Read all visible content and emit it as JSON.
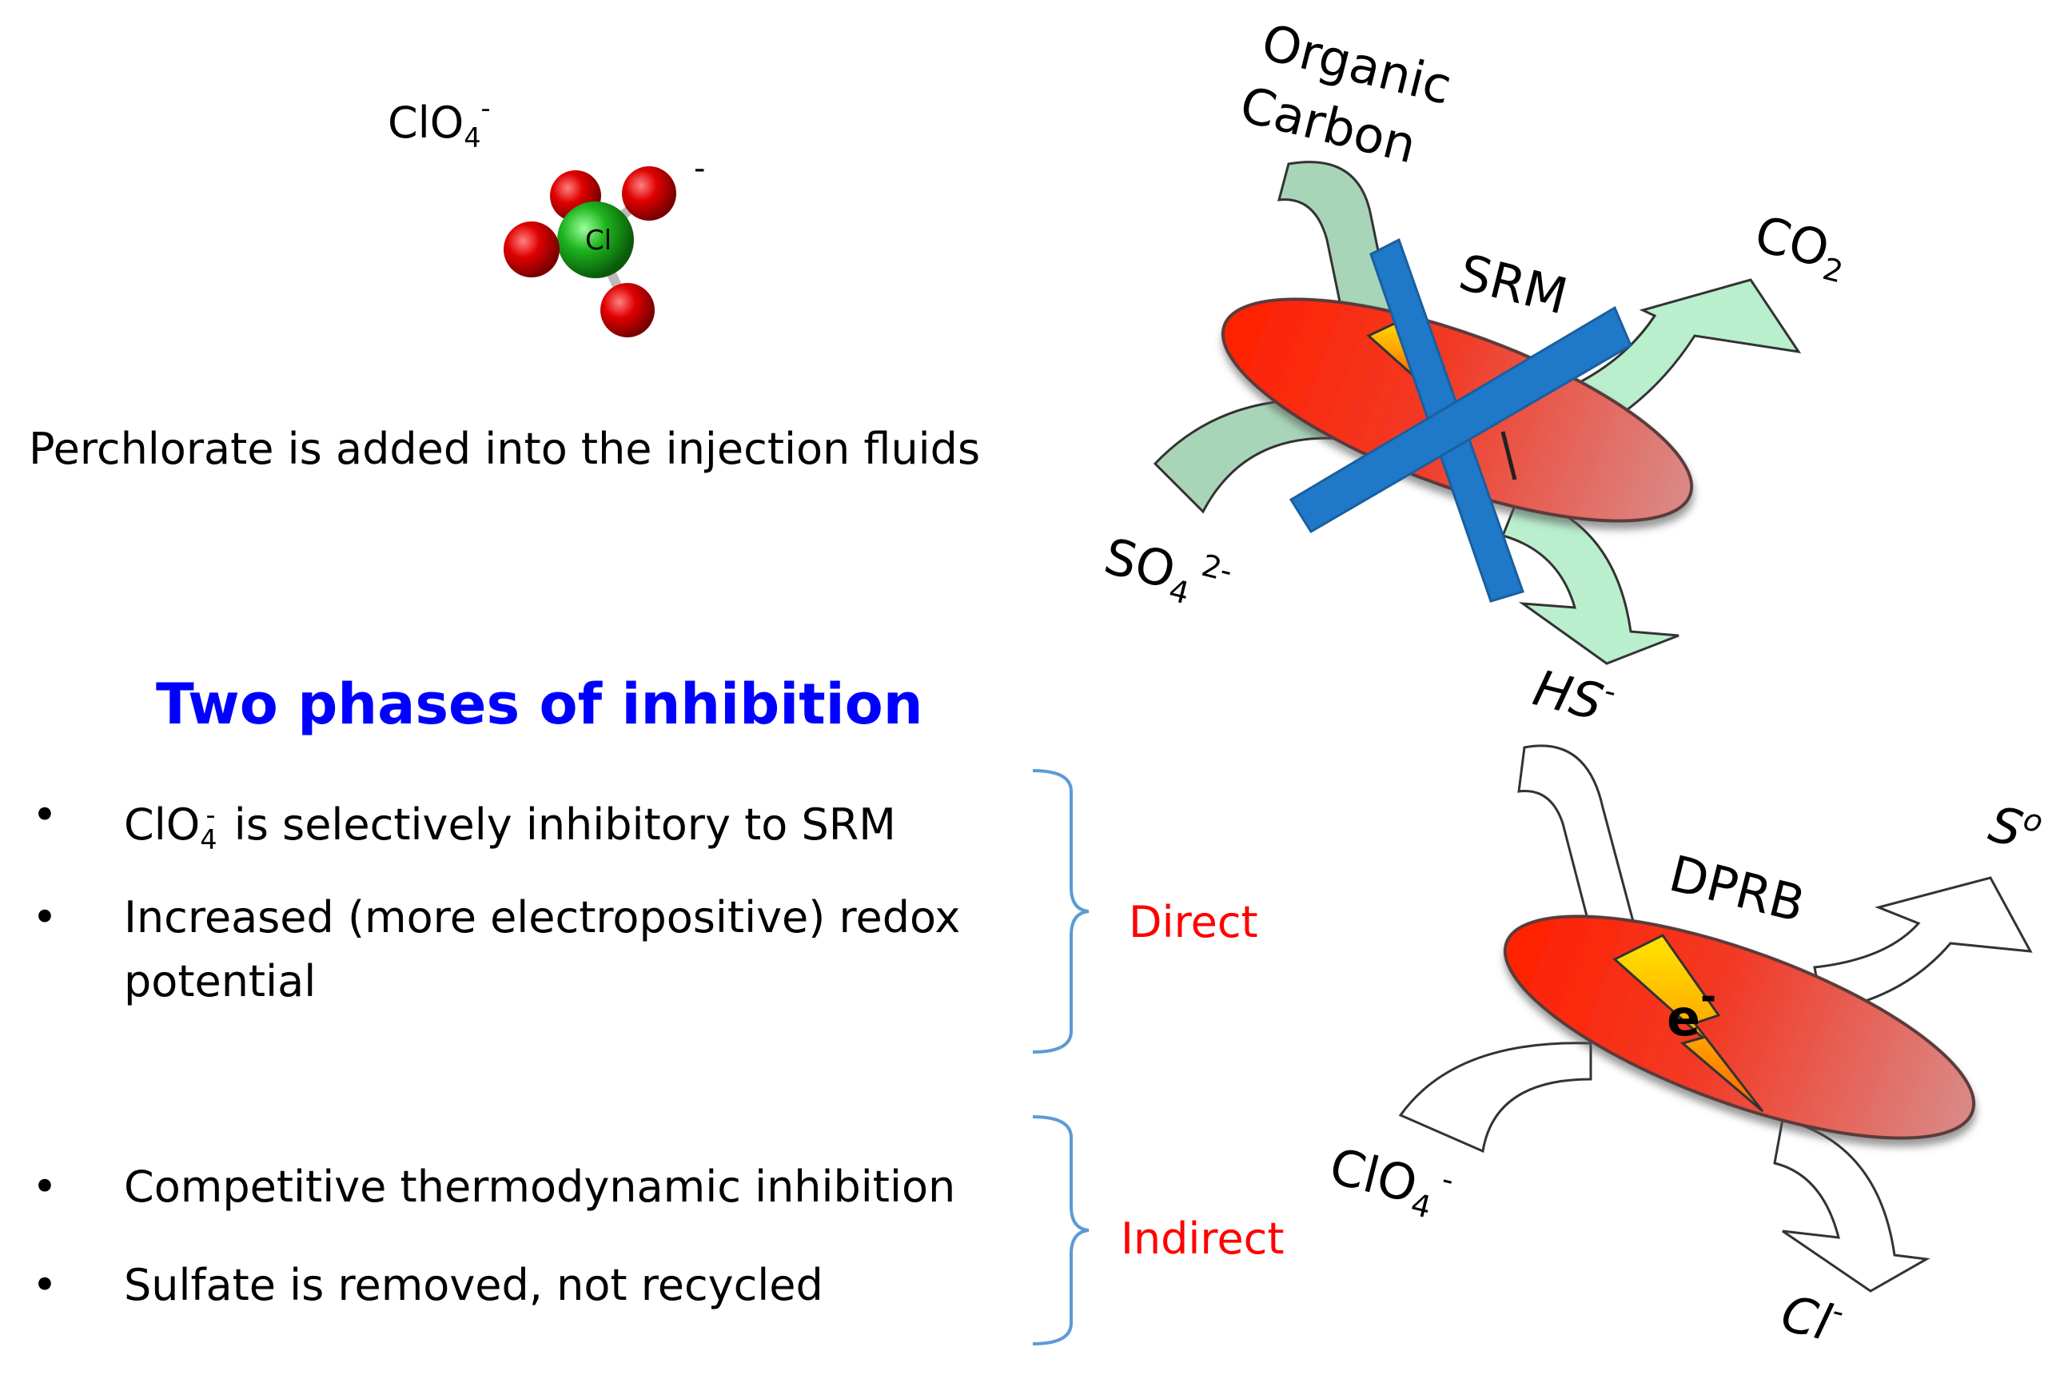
{
  "molecule": {
    "formula_main": "ClO",
    "formula_sub": "4",
    "formula_sup": "-",
    "charge": "-",
    "center_atom": "Cl"
  },
  "intro_text": "Perchlorate is added into the injection fluids",
  "heading": "Two phases of inhibition",
  "bullets": [
    {
      "pre": "ClO",
      "sub": "4",
      "sup": "-",
      "text": " is selectively inhibitory to SRM"
    },
    {
      "text": "Increased (more electropositive) redox"
    },
    {
      "text": "potential"
    },
    {
      "text": "Competitive thermodynamic inhibition"
    },
    {
      "text": "Sulfate is removed, not recycled"
    }
  ],
  "bullet_symbol": "•",
  "groups": {
    "direct": "Direct",
    "indirect": "Indirect"
  },
  "srm_diagram": {
    "organism": "SRM",
    "input_top_line1": "Organic",
    "input_top_line2": "Carbon",
    "output_top": "CO",
    "output_top_sub": "2",
    "input_bottom": "SO",
    "input_bottom_sub": "4",
    "input_bottom_sup": "2-",
    "output_bottom": "HS",
    "output_bottom_sup": "-"
  },
  "dprb_diagram": {
    "organism": "DPRB",
    "electron": "e",
    "electron_sup": "-",
    "output_top": "S",
    "output_top_sup": "o",
    "input_bottom": "ClO",
    "input_bottom_sub": "4",
    "input_bottom_sup": "-",
    "output_bottom": "Cl",
    "output_bottom_sup": "-"
  },
  "colors": {
    "heading": "#0000ff",
    "group_label": "#ff0000",
    "bracket": "#5b9bd5",
    "cell_red": "#ff2a10",
    "cell_pink": "#e07a78",
    "arrow_green": "#b7e4c7",
    "cross_blue": "#1f78c8",
    "oxygen_red": "#d40000",
    "chlorine_green": "#1db31d"
  }
}
